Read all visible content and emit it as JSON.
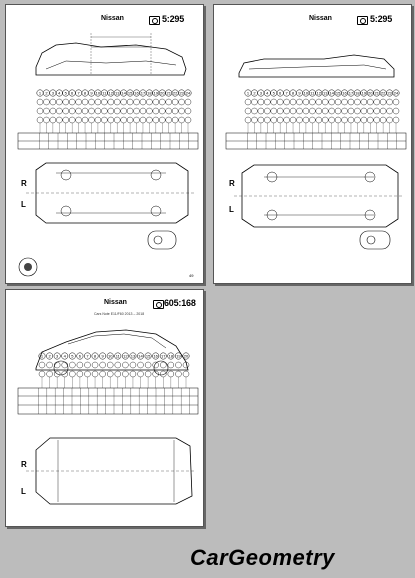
{
  "sheets": [
    {
      "brand": "Nissan",
      "code": "5:295",
      "page": "49",
      "labels": [
        "R",
        "L"
      ]
    },
    {
      "brand": "Nissan",
      "code": "5:295",
      "labels": [
        "R",
        "L"
      ]
    },
    {
      "brand": "Nissan",
      "subtitle": "Cars Note E11/F60 2013 – 2018",
      "code": "605:168",
      "labels": [
        "R",
        "L"
      ]
    }
  ],
  "sheet1_numbers": [
    "1",
    "2",
    "3",
    "4",
    "5",
    "6",
    "7",
    "8",
    "9",
    "10",
    "11",
    "12",
    "13",
    "14",
    "15",
    "16",
    "17",
    "18",
    "19",
    "20",
    "21",
    "22",
    "23",
    "24"
  ],
  "sheet2_numbers": [
    "1",
    "2",
    "3",
    "4",
    "5",
    "6",
    "7",
    "8",
    "9",
    "10",
    "11",
    "12",
    "13",
    "14",
    "15",
    "16",
    "17",
    "18",
    "19",
    "20",
    "21",
    "22",
    "23",
    "24"
  ],
  "sheet3_numbers": [
    "1",
    "2",
    "3",
    "4",
    "5",
    "6",
    "7",
    "8",
    "9",
    "10",
    "11",
    "12",
    "13",
    "14",
    "15",
    "16",
    "17",
    "18",
    "19",
    "20"
  ],
  "footer_logo": "CarGeometry"
}
